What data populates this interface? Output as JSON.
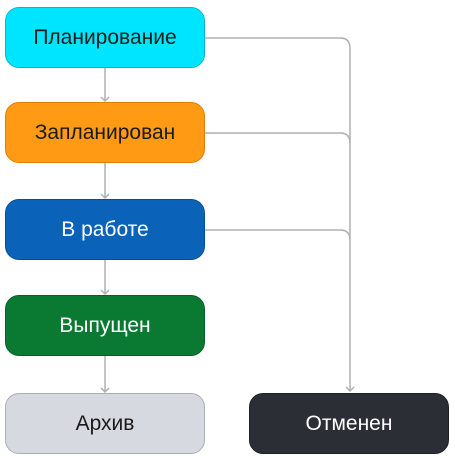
{
  "nodes": {
    "planning": {
      "label": "Планирование",
      "fill": "#00E5FF",
      "border": "#00B8CC",
      "text": "#1a1a1a"
    },
    "scheduled": {
      "label": "Запланирован",
      "fill": "#FF9A14",
      "border": "#E07F00",
      "text": "#1a1a1a"
    },
    "in_work": {
      "label": "В работе",
      "fill": "#0A63B8",
      "border": "#084E93",
      "text": "#ffffff"
    },
    "released": {
      "label": "Выпущен",
      "fill": "#0A7A33",
      "border": "#075F27",
      "text": "#ffffff"
    },
    "archive": {
      "label": "Архив",
      "fill": "#D6D9DF",
      "border": "#A9AEB7",
      "text": "#1a1a1a"
    },
    "cancelled": {
      "label": "Отменен",
      "fill": "#2B2E35",
      "border": "#1E2026",
      "text": "#ffffff"
    }
  },
  "connector_color": "#B0B0B0"
}
